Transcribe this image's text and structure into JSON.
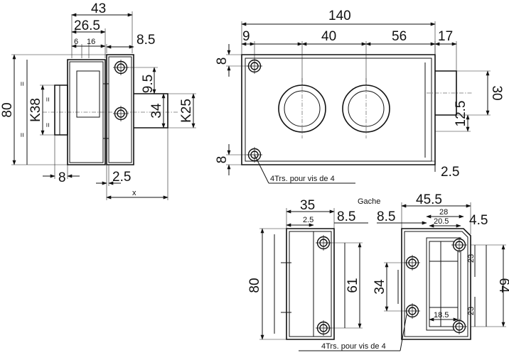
{
  "side_view": {
    "dims": {
      "overall_width": "43",
      "inner_width": "26.5",
      "detail_a": "6",
      "detail_b": "16",
      "flange": "8.5",
      "bolt_offset": "9.5",
      "bolt_height": "34",
      "height": "80",
      "cylinder": "K38",
      "bolt_diameter": "K25",
      "left_step": "8",
      "plate": "2.5",
      "throw": "x"
    },
    "equal_mark": "="
  },
  "front_view": {
    "dims": {
      "overall_width": "140",
      "edge_offset": "9",
      "hole_spacing_left": "40",
      "hole_spacing_right": "56",
      "bolt_projection": "17",
      "top_screw": "8",
      "bottom_screw": "8",
      "bolt_offset": "12.5",
      "bolt_height": "30",
      "plate": "2.5"
    },
    "note": "4Trs. pour vis de 4"
  },
  "keeper_label": "Gache",
  "keeper_left": {
    "dims": {
      "width": "35",
      "flange": "8.5",
      "plate": "2.5",
      "height": "80",
      "hole_spacing": "61"
    },
    "note": "4Trs. pour vis de 4"
  },
  "keeper_right": {
    "dims": {
      "width": "45.5",
      "flange": "8.5",
      "inner_a": "28",
      "inner_b": "20.5",
      "lip": "4.5",
      "hole_spacing": "34",
      "height": "64",
      "slot_top": "23",
      "slot_bottom": "23",
      "slot_width": "18.5"
    }
  }
}
